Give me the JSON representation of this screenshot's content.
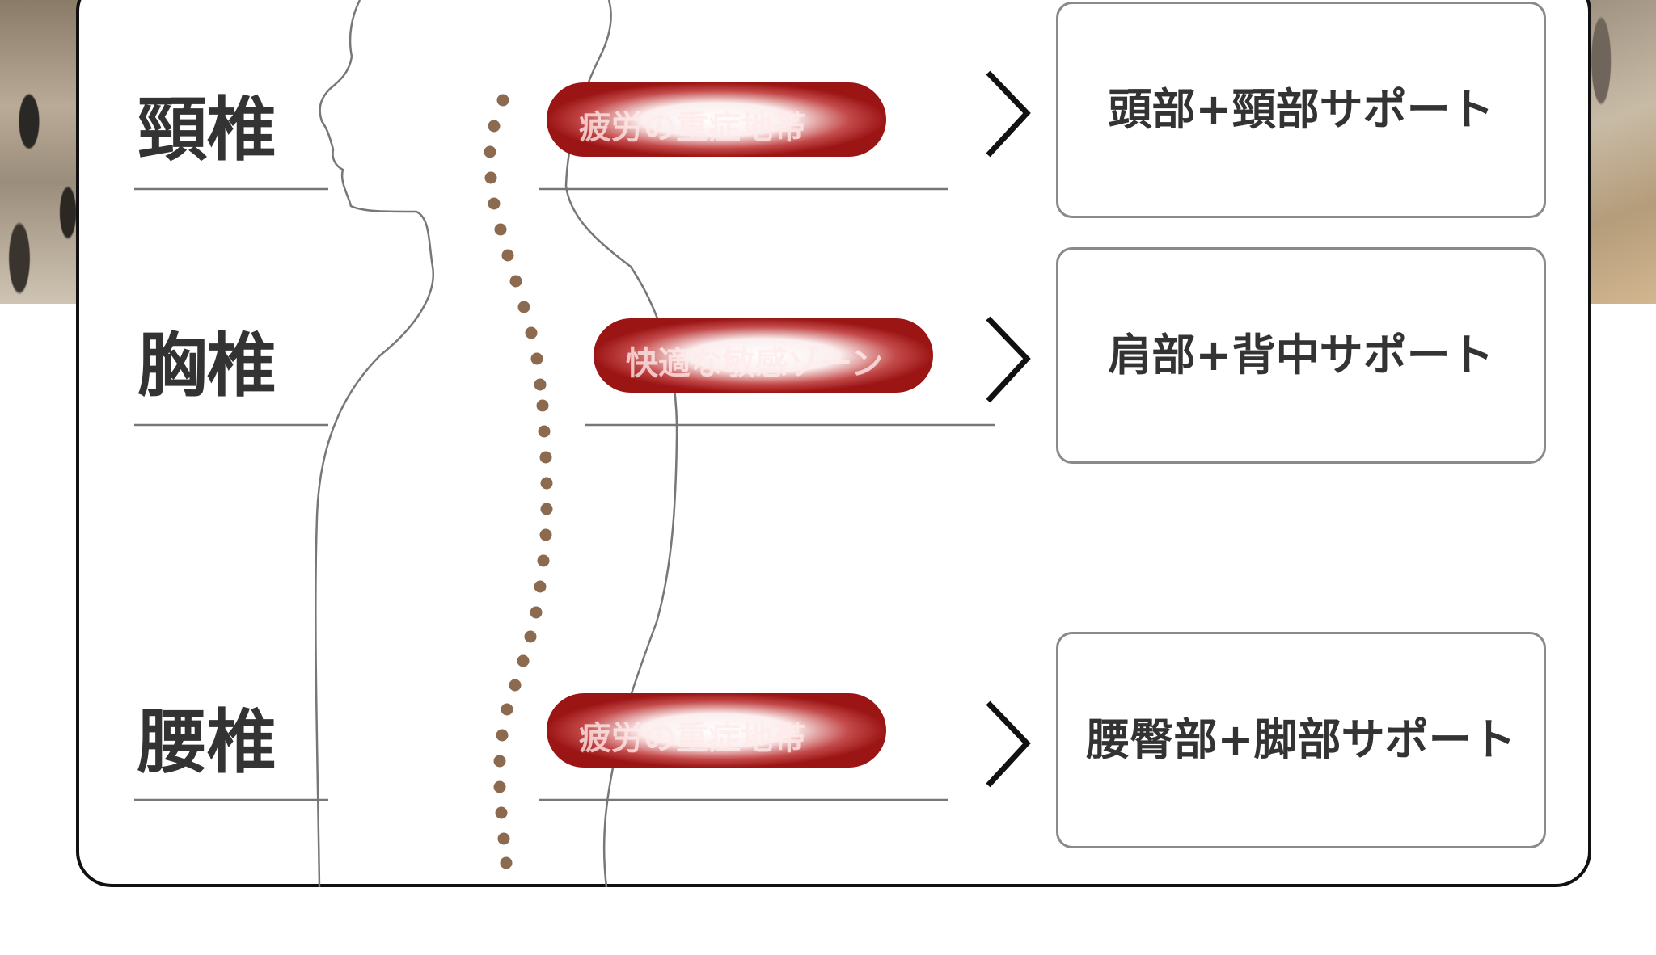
{
  "regions": [
    {
      "id": "cervical",
      "label": "頸椎",
      "zone": "疲労の重症地帯",
      "support": "頭部+頸部サポート"
    },
    {
      "id": "thoracic",
      "label": "胸椎",
      "zone": "快適な敏感ゾーン",
      "support": "肩部+背中サポート"
    },
    {
      "id": "lumbar",
      "label": "腰椎",
      "zone": "疲労の重症地帯",
      "support": "腰臀部+脚部サポート"
    }
  ],
  "colors": {
    "accent_red": "#a11d1d",
    "label_text": "#333333",
    "spine_dots": "#8b6a4f",
    "card_border": "#111111"
  },
  "icons": [
    "chevron-right-icon",
    "body-outline",
    "spine-dots"
  ]
}
